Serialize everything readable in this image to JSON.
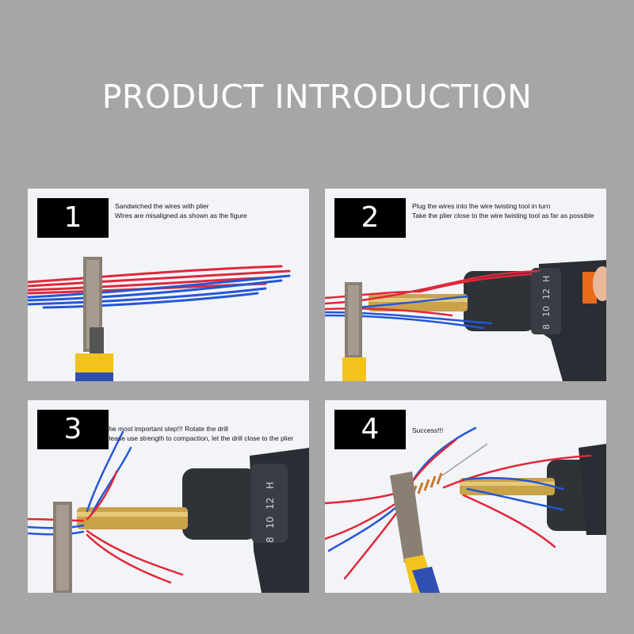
{
  "title": "PRODUCT INTRODUCTION",
  "colors": {
    "background": "#a6a6a6",
    "panel": "#f3f4f8",
    "badge": "#000000",
    "wire_red": "#e0283a",
    "wire_blue": "#2457d6",
    "drill_body": "#2a2d33",
    "plier_handle": "#f2c320",
    "brass": "#c9a24a"
  },
  "steps": [
    {
      "number": "1",
      "line1": "Sandwiched the wires with plier",
      "line2": "Wires are misaligned as shown as the figure"
    },
    {
      "number": "2",
      "line1": "Plug the wires into the wire twisting tool in turn",
      "line2": "Take the plier close to the wire twisting tool as far as possible"
    },
    {
      "number": "3",
      "line1": "The most important step!!! Rotate the drill",
      "line2": "Please use strength to compaction, let the drill close to the plier"
    },
    {
      "number": "4",
      "line1": "Success!!!",
      "line2": ""
    }
  ],
  "chuck_labels": [
    "8",
    "10",
    "12",
    "H"
  ]
}
